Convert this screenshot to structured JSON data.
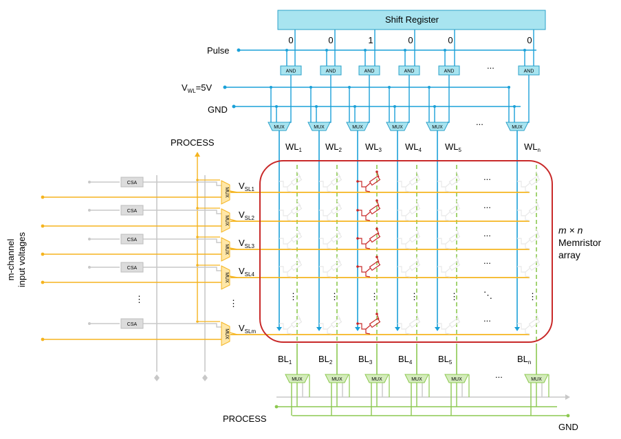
{
  "shift_register": {
    "title": "Shift Register",
    "bits": [
      "0",
      "0",
      "1",
      "0",
      "0",
      "0"
    ]
  },
  "inputs": {
    "pulse": "Pulse",
    "vwl_main": "V",
    "vwl_sub": "WL",
    "vwl_value": "=5V",
    "gnd": "GND"
  },
  "gates": {
    "and_label": "AND",
    "mux_label": "MUX",
    "csa_label": "CSA"
  },
  "wordlines": [
    {
      "main": "WL",
      "sub": "1"
    },
    {
      "main": "WL",
      "sub": "2"
    },
    {
      "main": "WL",
      "sub": "3"
    },
    {
      "main": "WL",
      "sub": "4"
    },
    {
      "main": "WL",
      "sub": "5"
    },
    {
      "main": "WL",
      "sub": "n"
    }
  ],
  "bitlines": [
    {
      "main": "BL",
      "sub": "1"
    },
    {
      "main": "BL",
      "sub": "2"
    },
    {
      "main": "BL",
      "sub": "3"
    },
    {
      "main": "BL",
      "sub": "4"
    },
    {
      "main": "BL",
      "sub": "5"
    },
    {
      "main": "BL",
      "sub": "n"
    }
  ],
  "sourcelines": [
    {
      "main": "V",
      "sub": "SL1"
    },
    {
      "main": "V",
      "sub": "SL2"
    },
    {
      "main": "V",
      "sub": "SL3"
    },
    {
      "main": "V",
      "sub": "SL4"
    },
    {
      "main": "V",
      "sub": "SLm"
    }
  ],
  "process_top": "PROCESS",
  "process_bottom": "PROCESS",
  "gnd_bottom": "GND",
  "array_label": {
    "line1": "m × n",
    "line2": "Memristor",
    "line3": "array"
  },
  "side_label": {
    "line1": "m-channel",
    "line2": "input voltages"
  },
  "ellipsis": "...",
  "vdots": "⋮",
  "ddots": "⋱",
  "colors": {
    "blue": "#1aa0d8",
    "orange": "#f5b41e",
    "green": "#8cc850",
    "gray": "#c8c8c8",
    "red": "#c82828",
    "box_fill": "#a8e4f0",
    "box_stroke": "#2aa0c8"
  }
}
